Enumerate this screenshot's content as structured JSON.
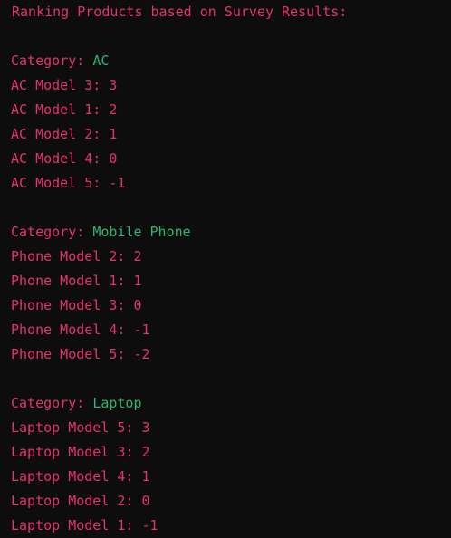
{
  "title": "Ranking Products based on Survey Results:",
  "category_prefix": "Category: ",
  "colors": {
    "background": "#0d0d0d",
    "text": "#e6326e",
    "category_value": "#2bb673"
  },
  "categories": [
    {
      "name": "AC",
      "items": [
        "AC Model 3: 3",
        "AC Model 1: 2",
        "AC Model 2: 1",
        "AC Model 4: 0",
        "AC Model 5: -1"
      ]
    },
    {
      "name": "Mobile Phone",
      "items": [
        "Phone Model 2: 2",
        "Phone Model 1: 1",
        "Phone Model 3: 0",
        "Phone Model 4: -1",
        "Phone Model 5: -2"
      ]
    },
    {
      "name": "Laptop",
      "items": [
        "Laptop Model 5: 3",
        "Laptop Model 3: 2",
        "Laptop Model 4: 1",
        "Laptop Model 2: 0",
        "Laptop Model 1: -1"
      ]
    }
  ]
}
